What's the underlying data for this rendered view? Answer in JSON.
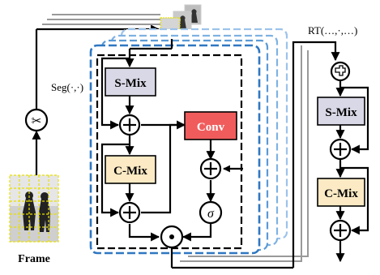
{
  "diagram": {
    "frame_label": "Frame",
    "seg_label": "Seg(·,·)",
    "rt_label": "RT(…,·,…)",
    "smix_label": "S-Mix",
    "cmix_label": "C-Mix",
    "conv_label": "Conv",
    "sigma_label": "σ",
    "plus_symbol": "+",
    "odot_symbol": "⊙",
    "scissors_symbol": "✂"
  },
  "colors": {
    "smix_fill": "#d9d8e6",
    "cmix_fill": "#fbeac4",
    "conv_fill": "#f05c5c",
    "stack_blue": "#2f77c2",
    "stack_light_blue": "#9cc3ea",
    "frame_grid": "#e8e000"
  }
}
